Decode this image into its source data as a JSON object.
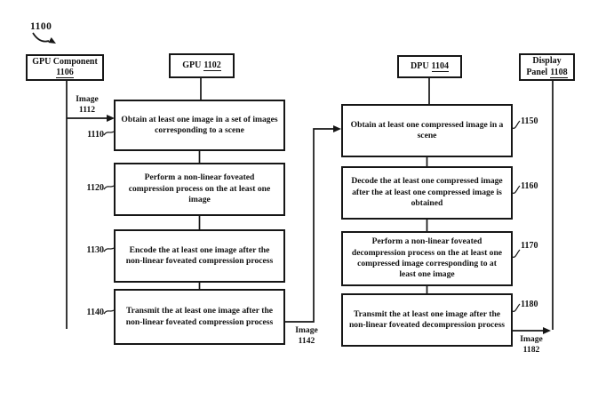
{
  "diagram": {
    "figure_number": "1100",
    "colors": {
      "ink": "#161616",
      "background": "#ffffff"
    },
    "headers": {
      "gpu_component": {
        "line1": "GPU Component",
        "ref": "1106"
      },
      "gpu": {
        "name": "GPU",
        "ref": "1102"
      },
      "dpu": {
        "name": "DPU",
        "ref": "1104"
      },
      "display_panel": {
        "line1": "Display",
        "line2_prefix": "Panel",
        "ref": "1108"
      }
    },
    "gpu_steps": [
      {
        "ref": "1110",
        "text": "Obtain at least one image in a set of images corresponding to a scene"
      },
      {
        "ref": "1120",
        "text": "Perform a non-linear foveated compression process on the at least one image"
      },
      {
        "ref": "1130",
        "text": "Encode the at least one image after the non-linear foveated compression process"
      },
      {
        "ref": "1140",
        "text": "Transmit the at least one image after the non-linear foveated compression process"
      }
    ],
    "dpu_steps": [
      {
        "ref": "1150",
        "text": "Obtain at least one compressed image in a scene"
      },
      {
        "ref": "1160",
        "text": "Decode the at least one compressed image after the at least one compressed image is obtained"
      },
      {
        "ref": "1170",
        "text": "Perform a non-linear foveated decompression process on the at least one compressed image corresponding to at least one image"
      },
      {
        "ref": "1180",
        "text": "Transmit the at least one image after the non-linear foveated decompression process"
      }
    ],
    "flow_labels": {
      "image_1112": {
        "word": "Image",
        "num": "1112"
      },
      "image_1142": {
        "word": "Image",
        "num": "1142"
      },
      "image_1182": {
        "word": "Image",
        "num": "1182"
      }
    }
  }
}
